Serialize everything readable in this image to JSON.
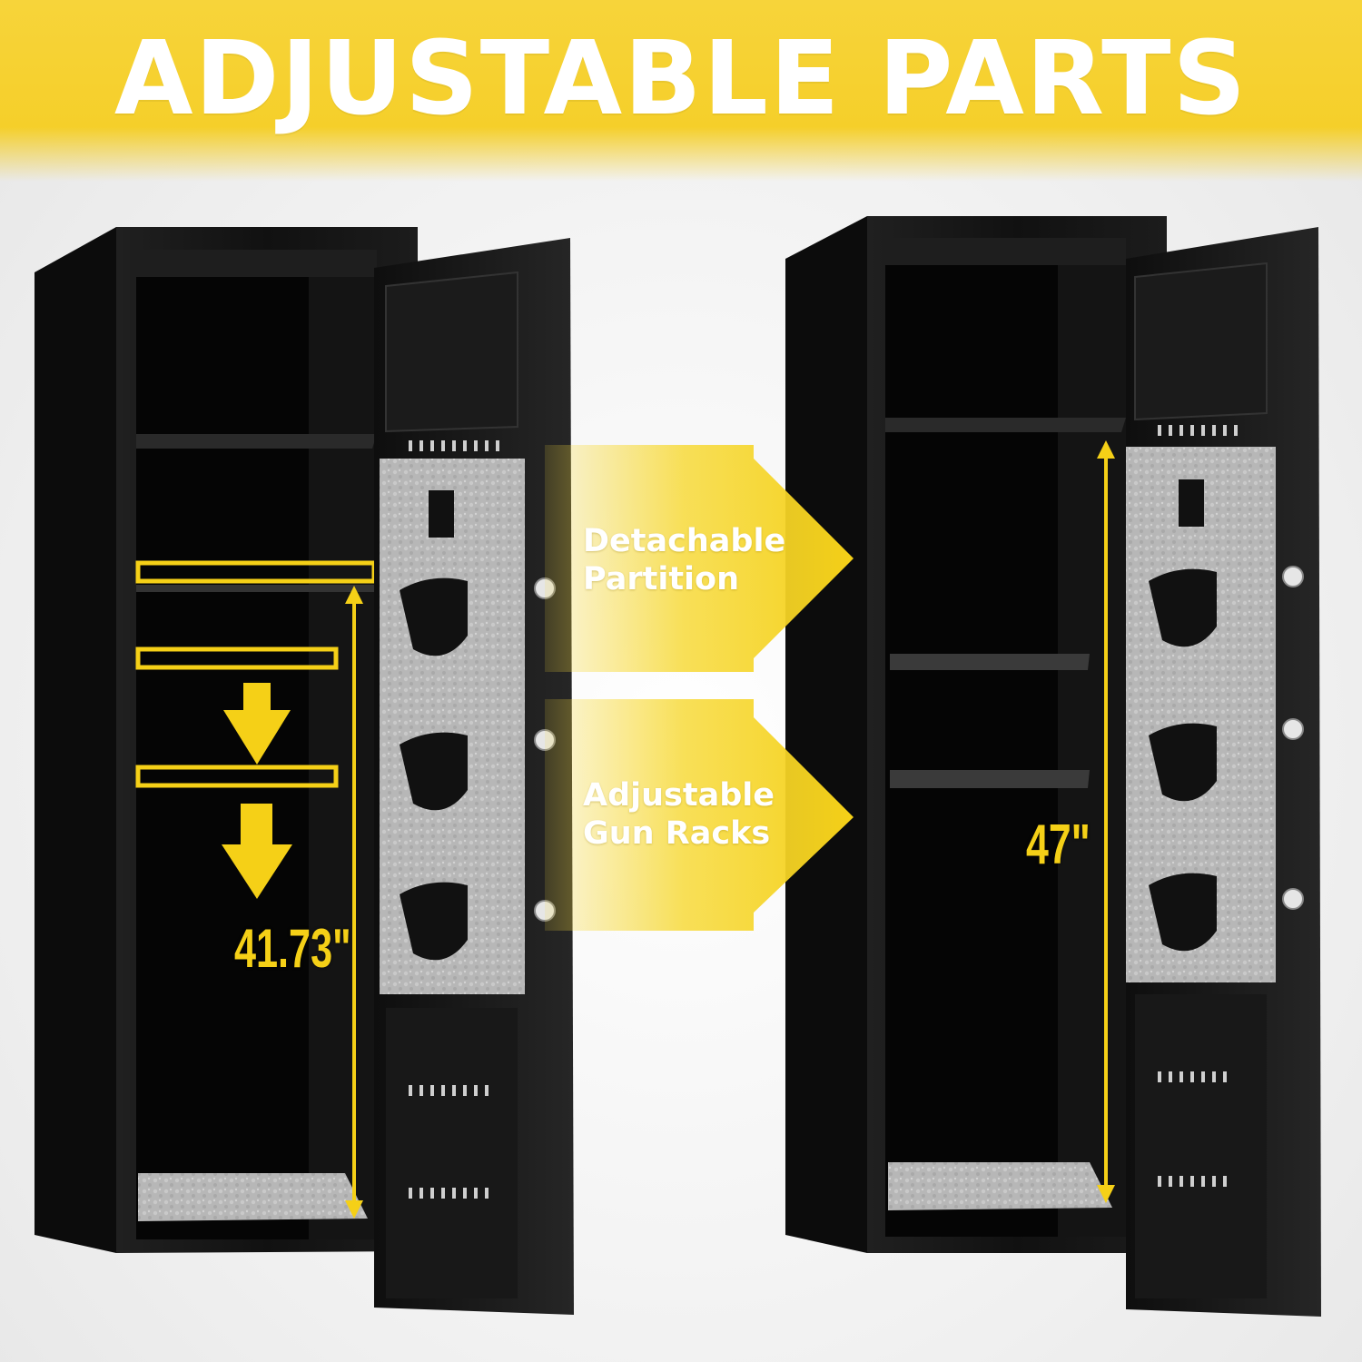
{
  "banner": {
    "title": "ADJUSTABLE PARTS"
  },
  "callouts": {
    "partition": {
      "line1": "Detachable",
      "line2": "Partition"
    },
    "racks": {
      "line1": "Adjustable",
      "line2": "Gun Racks"
    }
  },
  "measurements": {
    "left_height": "41.73\"",
    "right_height": "47\""
  },
  "colors": {
    "banner_yellow": "#f5cf2a",
    "accent_yellow": "#f5d017",
    "safe_body": "#141414",
    "felt_gray": "#b9b9b9"
  },
  "icons": [
    "down-arrow-icon",
    "right-arrow-icon",
    "dimension-arrow-icon"
  ]
}
